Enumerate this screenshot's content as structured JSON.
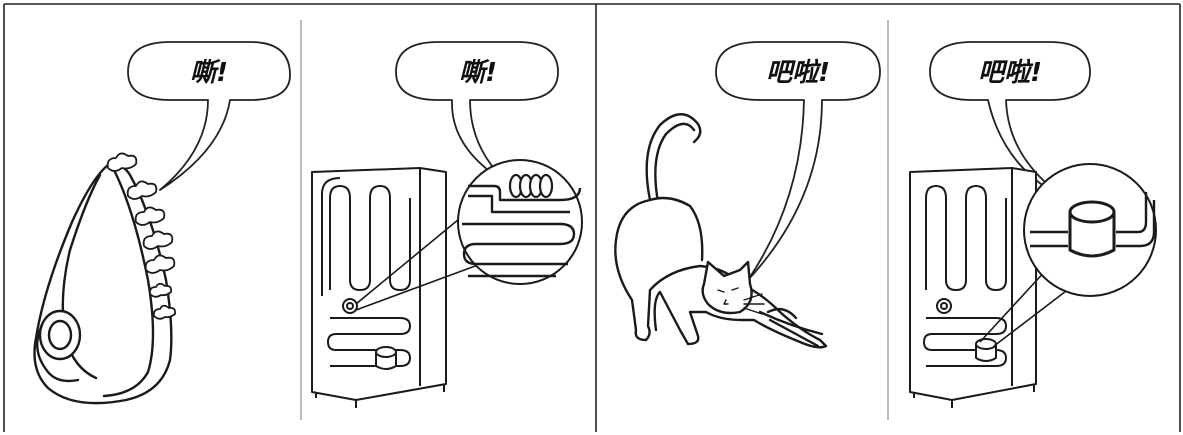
{
  "figure": {
    "panels": [
      {
        "sound": "嘶!",
        "subject": "steam-iron"
      },
      {
        "sound": "嘶!",
        "subject": "refrigerator-capillary-tube"
      },
      {
        "sound": "吧啦!",
        "subject": "stretching-cat"
      },
      {
        "sound": "吧啦!",
        "subject": "refrigerator-compressor"
      }
    ]
  }
}
